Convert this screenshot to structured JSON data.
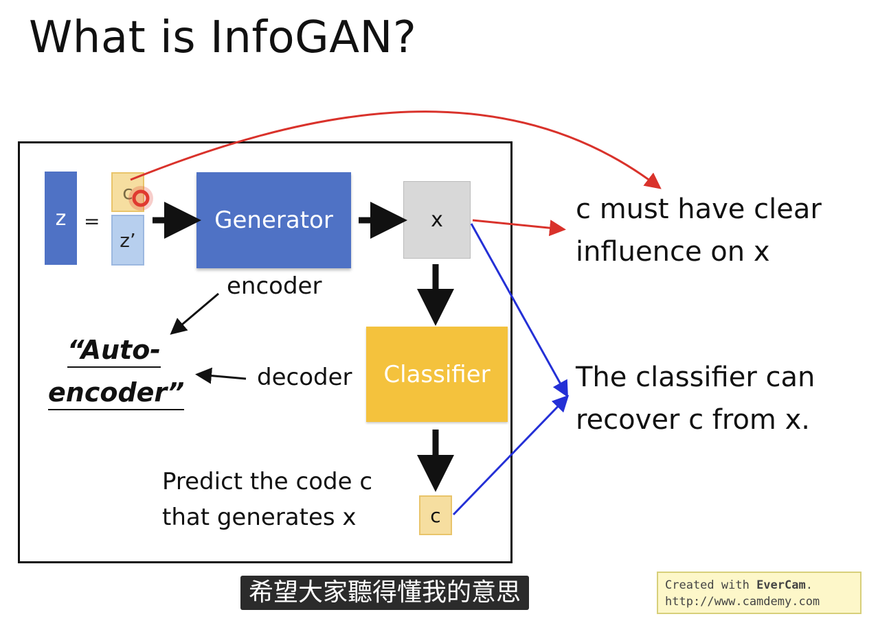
{
  "title": "What is InfoGAN?",
  "diagram": {
    "z_label": "z",
    "equals": "=",
    "c_label": "c",
    "z_prime_label": "z’",
    "generator_label": "Generator",
    "x_label": "x",
    "classifier_label": "Classifier",
    "c_output_label": "c",
    "encoder_label": "encoder",
    "decoder_label": "decoder",
    "autoencoder_line1": "“Auto-",
    "autoencoder_line2": "encoder”",
    "predict_line1": "Predict the code c",
    "predict_line2": "that generates x"
  },
  "notes": {
    "note1_line1": "c must have clear",
    "note1_line2": "influence on x",
    "note2_line1": "The classifier can",
    "note2_line2": "recover c from x."
  },
  "subtitle": "希望大家聽得懂我的意思",
  "watermark": {
    "prefix": "Created with ",
    "brand": "EverCam",
    "suffix": ".",
    "url": "http://www.camdemy.com"
  },
  "colors": {
    "generator": "#4f72c5",
    "classifier": "#f4c23d",
    "c_box": "#f6dea0",
    "z_prime_box": "#b7cfee",
    "x_box": "#d8d8d8",
    "red_arrow": "#d9322b",
    "blue_arrow": "#2430d6",
    "cursor": "#e03a30"
  }
}
